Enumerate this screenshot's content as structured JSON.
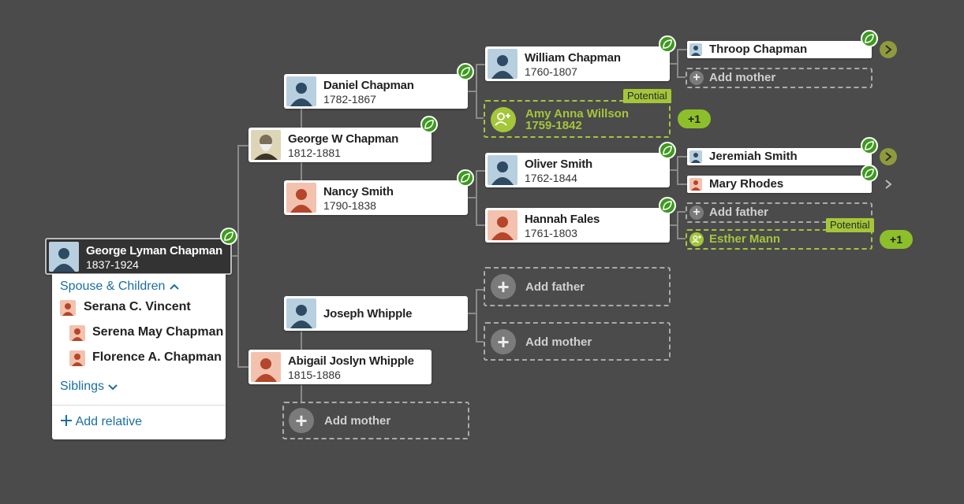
{
  "focus": {
    "name": "George Lyman Chapman",
    "dates": "1837-1924"
  },
  "parents": {
    "father": {
      "name": "George W Chapman",
      "dates": "1812-1881"
    },
    "mother": {
      "name": "Abigail Joslyn Whipple",
      "dates": "1815-1886"
    }
  },
  "grandparents": {
    "paternal_father": {
      "name": "Daniel Chapman",
      "dates": "1782-1867"
    },
    "paternal_mother": {
      "name": "Nancy Smith",
      "dates": "1790-1838"
    },
    "maternal_father": {
      "name": "Joseph Whipple"
    },
    "maternal_mother_add": "Add mother"
  },
  "great_grandparents": {
    "g1": {
      "name": "William Chapman",
      "dates": "1760-1807"
    },
    "g2_potential": {
      "name": "Amy Anna Willson",
      "dates": "1759-1842",
      "badge": "Potential",
      "count": "+1"
    },
    "g3": {
      "name": "Oliver Smith",
      "dates": "1762-1844"
    },
    "g4": {
      "name": "Hannah Fales",
      "dates": "1761-1803"
    },
    "g5_add": "Add father",
    "g6_add": "Add mother"
  },
  "gg_grandparents": {
    "a": {
      "name": "Throop Chapman"
    },
    "a_add": "Add mother",
    "b": {
      "name": "Jeremiah Smith"
    },
    "c": {
      "name": "Mary Rhodes"
    },
    "d_add": "Add father",
    "e_potential": {
      "name": "Esther Mann",
      "badge": "Potential",
      "count": "+1"
    }
  },
  "panel": {
    "spouse_children_label": "Spouse & Children",
    "spouse": "Serana C. Vincent",
    "children": [
      "Serena May Chapman",
      "Florence A. Chapman"
    ],
    "siblings_label": "Siblings",
    "add_relative_label": "Add relative"
  },
  "colors": {
    "background": "#4b4b4b",
    "hint_green": "#3d9a1e",
    "potential_green": "#a4c639",
    "link_blue": "#1a6ea1",
    "male_avatar": "#b8cfe0",
    "female_avatar": "#f3c2ae"
  }
}
